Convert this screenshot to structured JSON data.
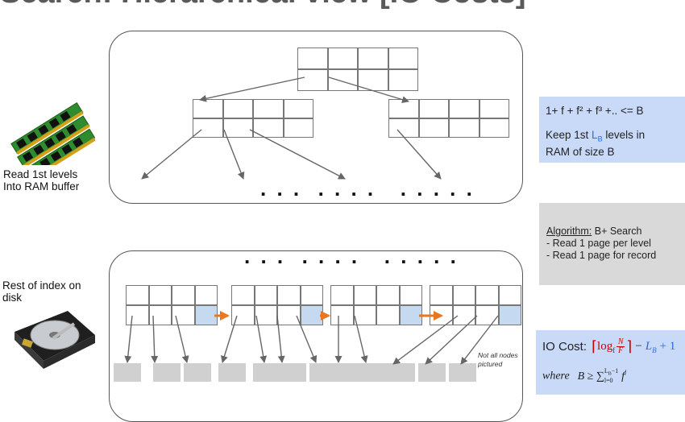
{
  "title": "Search: Hierarchical view [IO Costs]",
  "top_dots": ". . .  . . . .   . . . . .",
  "bottom_dots": ". . .  . . . .   . . . . .",
  "ram_label": {
    "line1": "Read 1st levels",
    "line2": "Into RAM buffer"
  },
  "disk_label": {
    "line1": "Rest of index on",
    "line2": "disk"
  },
  "info_box": {
    "formula": "1+ f + f² + f³ +.. <= B",
    "keep_prefix": "Keep 1st ",
    "keep_var": "L",
    "keep_sub": "B",
    "keep_suffix": " levels in",
    "keep_line2": "RAM of size B"
  },
  "algorithm_box": {
    "title": "Algorithm:",
    "name": " B+ Search",
    "step1": "- Read 1 page per level",
    "step2": "- Read 1 page for record"
  },
  "io_box": {
    "label": "IO Cost:",
    "log": "log",
    "log_base": "f",
    "num": "N",
    "den": "F",
    "minus": "−",
    "lb": "L",
    "lb_sub": "B",
    "plus_one": "+ 1",
    "where": "where",
    "condition": "B ≥ ∑",
    "sum_upper": "L",
    "sum_upper_sub": "B",
    "sum_upper_rest": "−1",
    "sum_lower": "l=0",
    "term": "f",
    "term_exp": "l"
  },
  "note": {
    "line1": "Not all nodes",
    "line2": "pictured"
  },
  "colors": {
    "highlight": "#c5d9f1",
    "orange": "#e87722",
    "blue_box": "#c9daf8",
    "grey_box": "#d9d9d9",
    "red": "#cc0000"
  },
  "icons": {
    "ram": "ram-sticks-icon",
    "disk": "hard-disk-icon"
  }
}
